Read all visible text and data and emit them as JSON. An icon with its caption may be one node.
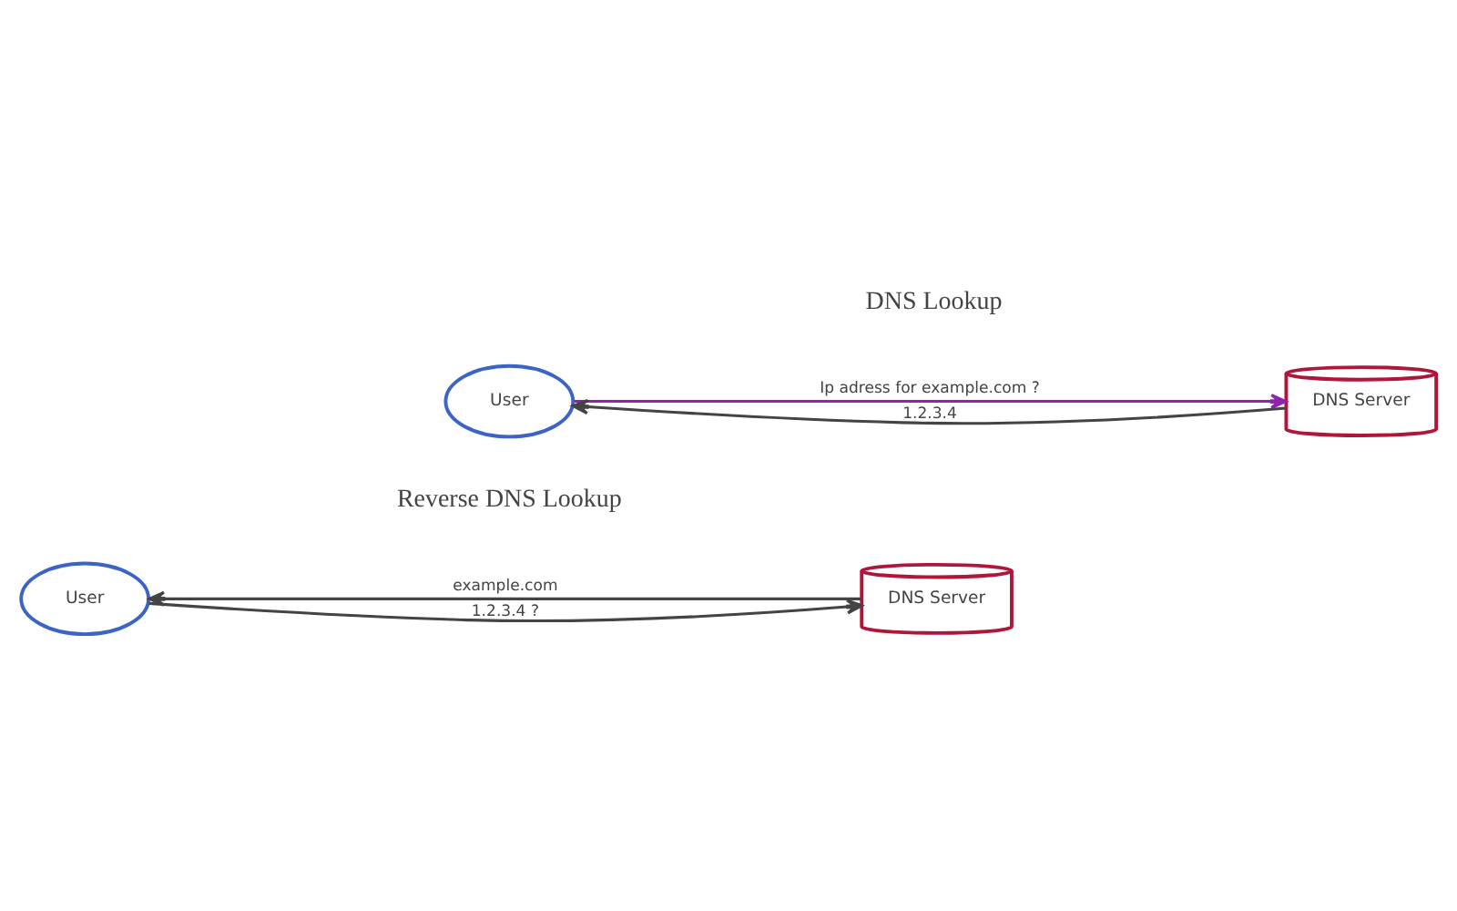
{
  "diagram": {
    "nodes": [
      {
        "text": [
          "User"
        ]
      },
      {
        "text": [
          "DNS Server"
        ]
      },
      {
        "text": [
          "User"
        ]
      },
      {
        "text": [
          "DNS Server"
        ]
      }
    ],
    "edges": [
      {
        "from": 0,
        "to": 1,
        "arrow": "to",
        "label": "Ip adress for example.com ?",
        "color": "#8e24aa"
      },
      {
        "from": 1,
        "to": 0,
        "arrow": "to",
        "label": "1.2.3.4"
      },
      {
        "from": 2,
        "to": 3,
        "arrow": "to",
        "label": "1.2.3.4 ?"
      },
      {
        "from": 3,
        "to": 2,
        "arrow": "to",
        "label": "example.com"
      }
    ],
    "labels": [
      "DNS Lookup",
      "Reverse DNS Lookup"
    ]
  }
}
